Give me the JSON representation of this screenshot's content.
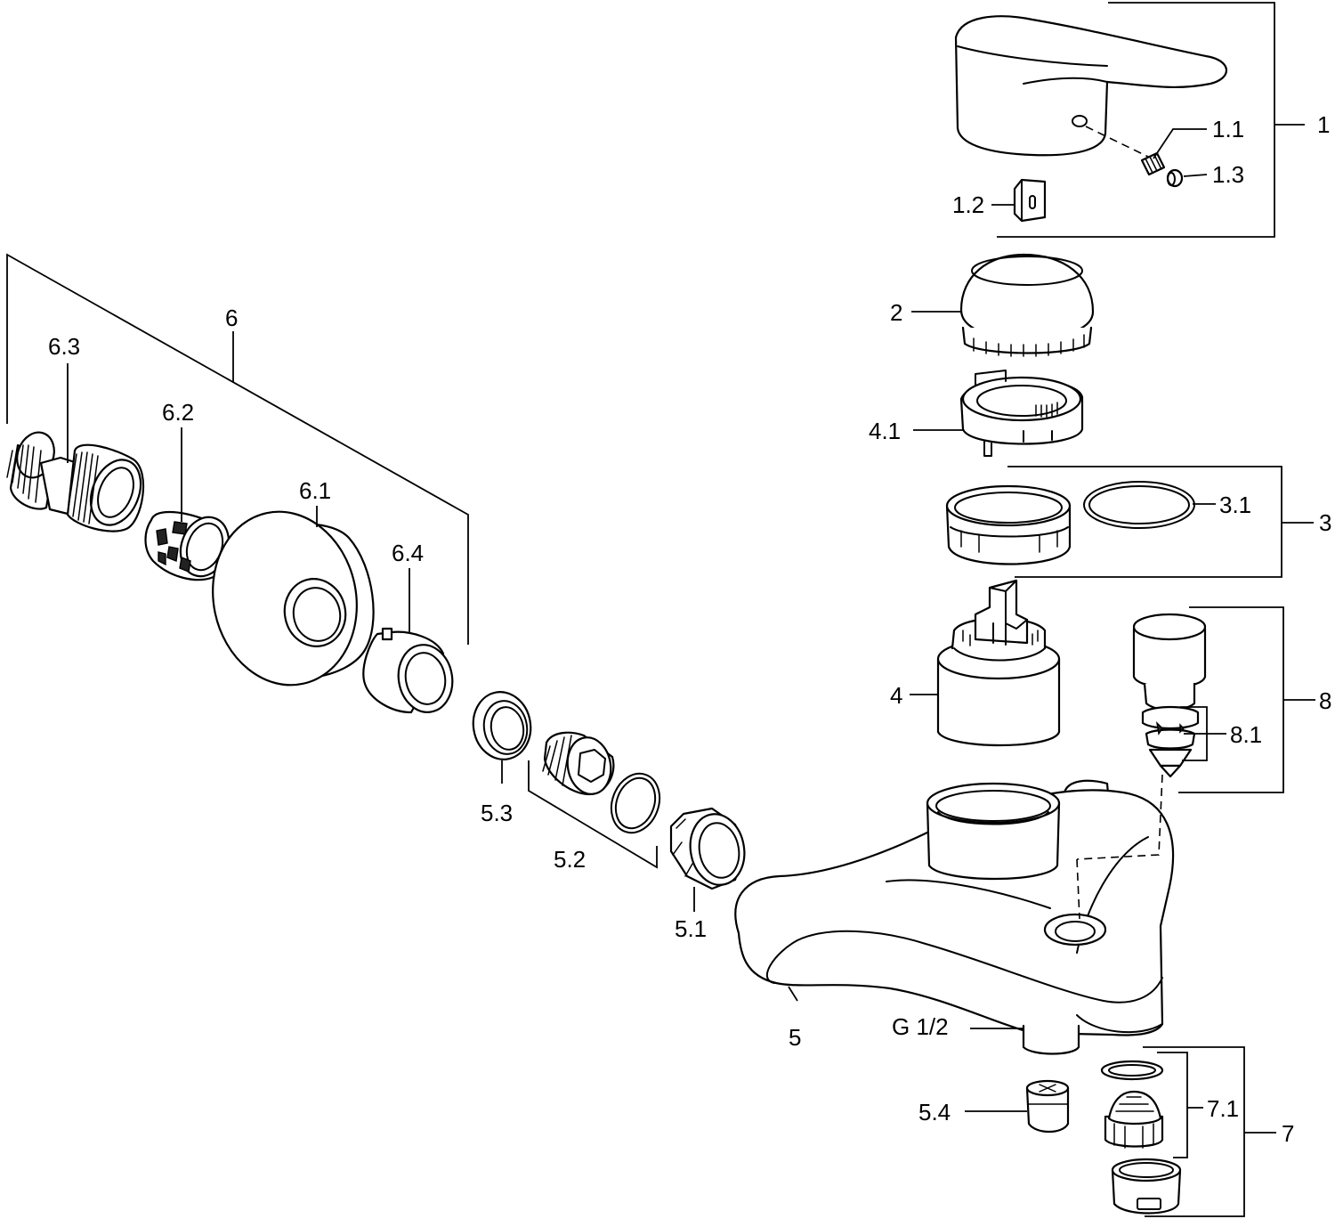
{
  "diagram": {
    "type": "exploded-parts-view",
    "callouts": {
      "c1": "1",
      "c1_1": "1.1",
      "c1_2": "1.2",
      "c1_3": "1.3",
      "c2": "2",
      "c3": "3",
      "c3_1": "3.1",
      "c4": "4",
      "c4_1": "4.1",
      "c5": "5",
      "c5_1": "5.1",
      "c5_2": "5.2",
      "c5_3": "5.3",
      "c5_4": "5.4",
      "c6": "6",
      "c6_1": "6.1",
      "c6_2": "6.2",
      "c6_3": "6.3",
      "c6_4": "6.4",
      "c7": "7",
      "c7_1": "7.1",
      "c8": "8",
      "c8_1": "8.1",
      "thread": "G 1/2"
    }
  }
}
